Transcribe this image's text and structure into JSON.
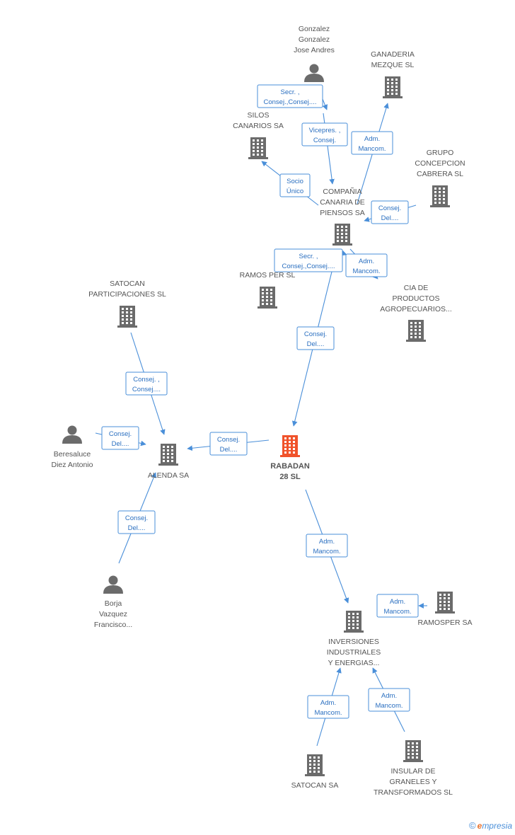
{
  "colors": {
    "focus": "#f0532b",
    "node": "#6b6b6b",
    "edge": "#4a8fd9",
    "edge_text": "#2a6fc0"
  },
  "nodes": [
    {
      "id": "gonzalez",
      "kind": "person",
      "lines": [
        "Gonzalez",
        "Gonzalez",
        "Jose Andres"
      ]
    },
    {
      "id": "ganaderia",
      "kind": "company",
      "lines": [
        "GANADERIA",
        "MEZQUE SL"
      ]
    },
    {
      "id": "silos",
      "kind": "company",
      "lines": [
        "SILOS",
        "CANARIOS SA"
      ]
    },
    {
      "id": "grupo",
      "kind": "company",
      "lines": [
        "GRUPO",
        "CONCEPCION",
        "CABRERA SL"
      ]
    },
    {
      "id": "compania",
      "kind": "company",
      "lines": [
        "COMPAÑIA",
        "CANARIA DE",
        "PIENSOS SA"
      ]
    },
    {
      "id": "ramosper_sl",
      "kind": "company",
      "lines": [
        "RAMOS PER SL"
      ]
    },
    {
      "id": "cia",
      "kind": "company",
      "lines": [
        "CIA DE",
        "PRODUCTOS",
        "AGROPECUARIOS..."
      ]
    },
    {
      "id": "satocan_part",
      "kind": "company",
      "lines": [
        "SATOCAN",
        "PARTICIPACIONES SL"
      ]
    },
    {
      "id": "beresaluce",
      "kind": "person",
      "lines": [
        "Beresaluce",
        "Diez Antonio"
      ]
    },
    {
      "id": "alenda",
      "kind": "company",
      "lines": [
        "ALENDA SA"
      ]
    },
    {
      "id": "rabadan",
      "kind": "focus",
      "lines": [
        "RABADAN",
        "28 SL"
      ]
    },
    {
      "id": "borja",
      "kind": "person",
      "lines": [
        "Borja",
        "Vazquez",
        "Francisco..."
      ]
    },
    {
      "id": "ramosper_sa",
      "kind": "company",
      "lines": [
        "RAMOSPER SA"
      ]
    },
    {
      "id": "inversiones",
      "kind": "company",
      "lines": [
        "INVERSIONES",
        "INDUSTRIALES",
        "Y ENERGIAS..."
      ]
    },
    {
      "id": "satocan_sa",
      "kind": "company",
      "lines": [
        "SATOCAN SA"
      ]
    },
    {
      "id": "insular",
      "kind": "company",
      "lines": [
        "INSULAR DE",
        "GRANELES Y",
        "TRANSFORMADOS SL"
      ]
    }
  ],
  "edges": [
    {
      "id": "e1",
      "lines": [
        "Secr. ,",
        "Consej.,Consej...."
      ]
    },
    {
      "id": "e2",
      "lines": [
        "Vicepres. ,",
        "Consej."
      ]
    },
    {
      "id": "e3",
      "lines": [
        "Adm.",
        "Mancom."
      ]
    },
    {
      "id": "e4",
      "lines": [
        "Socio",
        "Único"
      ]
    },
    {
      "id": "e5",
      "lines": [
        "Consej.",
        "Del...."
      ]
    },
    {
      "id": "e6",
      "lines": [
        "Secr. ,",
        "Consej.,Consej...."
      ]
    },
    {
      "id": "e7",
      "lines": [
        "Adm.",
        "Mancom."
      ]
    },
    {
      "id": "e8",
      "lines": [
        "Consej.",
        "Del...."
      ]
    },
    {
      "id": "e9",
      "lines": [
        "Consej. ,",
        "Consej...."
      ]
    },
    {
      "id": "e10",
      "lines": [
        "Consej.",
        "Del...."
      ]
    },
    {
      "id": "e11",
      "lines": [
        "Consej.",
        "Del...."
      ]
    },
    {
      "id": "e12",
      "lines": [
        "Consej.",
        "Del...."
      ]
    },
    {
      "id": "e13",
      "lines": [
        "Adm.",
        "Mancom."
      ]
    },
    {
      "id": "e14",
      "lines": [
        "Adm.",
        "Mancom."
      ]
    },
    {
      "id": "e15",
      "lines": [
        "Adm.",
        "Mancom."
      ]
    },
    {
      "id": "e16",
      "lines": [
        "Adm.",
        "Mancom."
      ]
    }
  ],
  "footer": {
    "copyright": "©",
    "brand_initial": "e",
    "brand_rest": "mpresia"
  }
}
